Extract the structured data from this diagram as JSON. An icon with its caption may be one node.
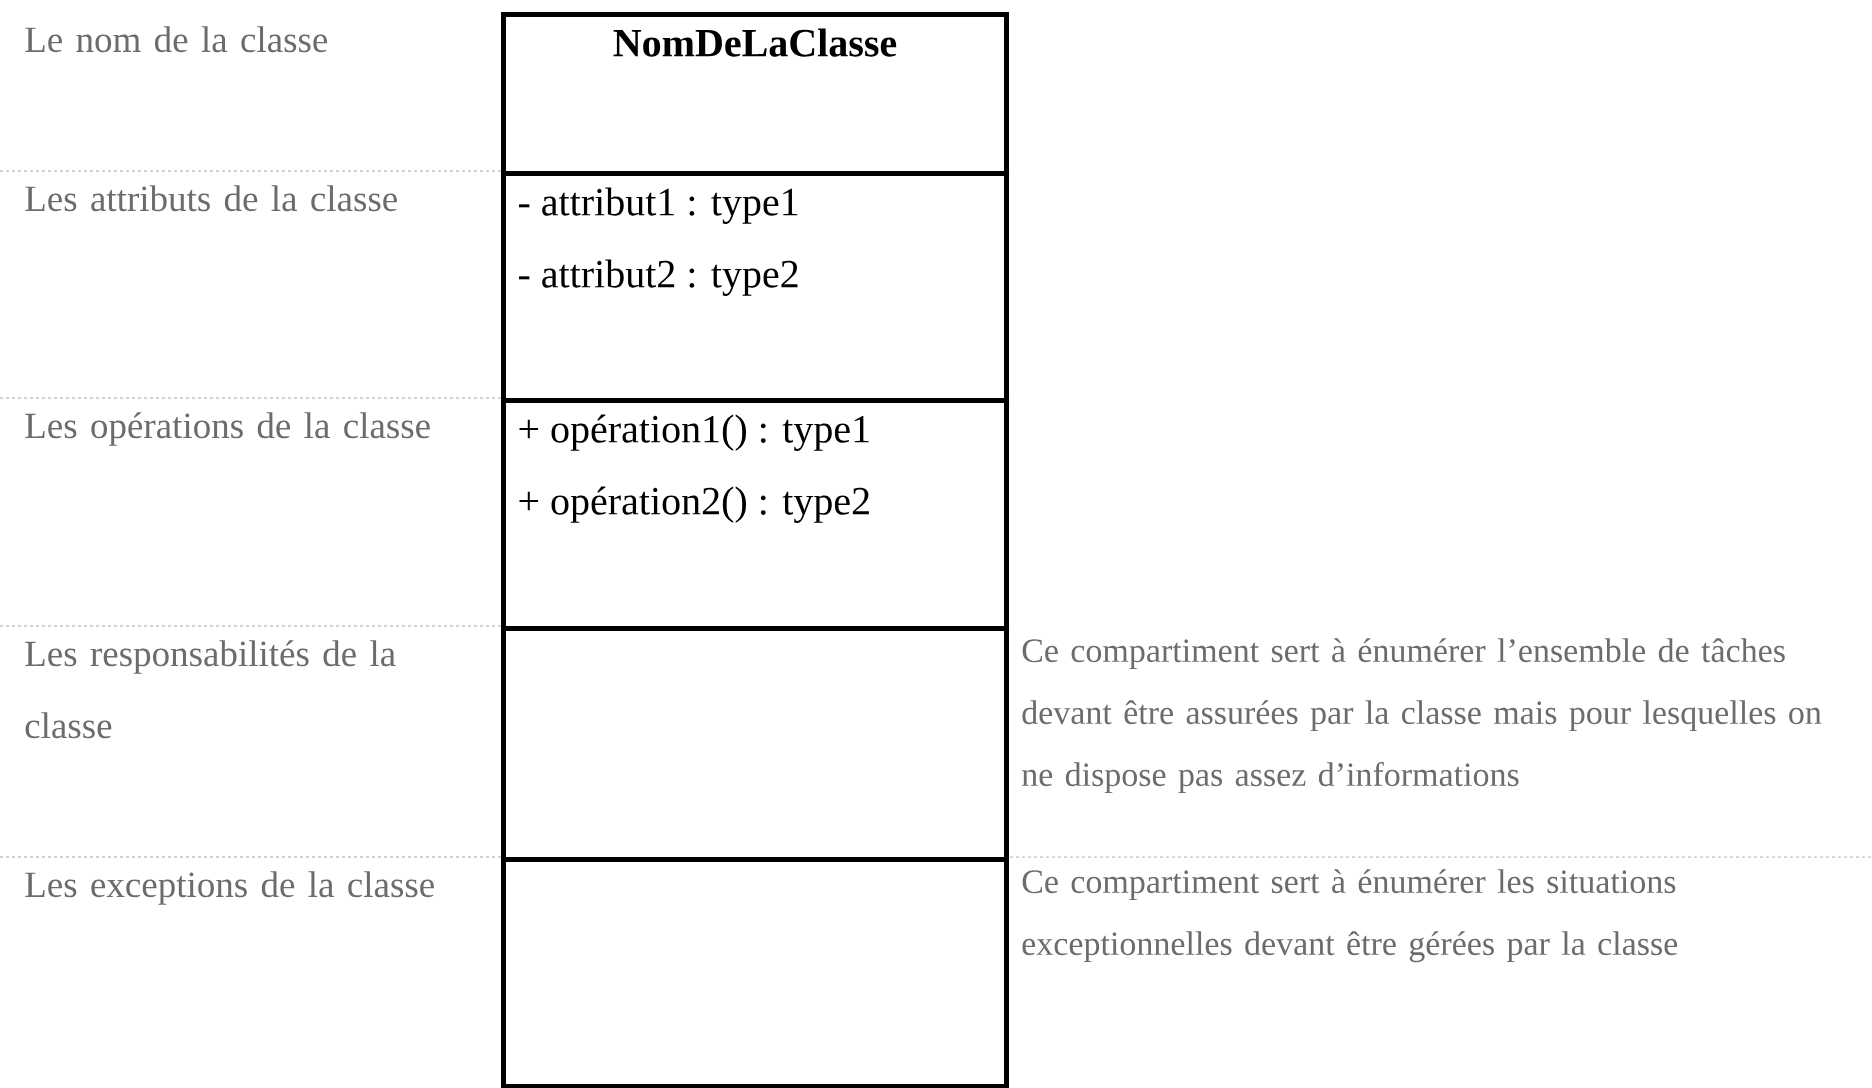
{
  "diagram": {
    "nodes": [
      {
        "text": [
          "NomDeLaClasse"
        ]
      },
      {
        "text": [
          "- attribut1 : type1",
          "- attribut2 : type2"
        ]
      },
      {
        "text": [
          "+ opération1() : type1",
          "+ opération2() : type2"
        ]
      },
      {
        "text": [],
        "shape": "box",
        "beside": [
          "Ce compartiment sert à énumérer l’ensemble de tâches devant être assurées par la classe mais pour lesquelles on ne dispose pas assez d’informations"
        ]
      },
      {
        "text": [],
        "shape": "box",
        "beside": [
          "Ce compartiment sert à énumérer les situations exceptionnelles devant être gérées par la classe"
        ]
      }
    ],
    "labels": [
      "Le nom de la classe",
      "Les attributs de la classe",
      "Les opérations de la classe",
      "Les responsabilités de la classe",
      "Les exceptions de la classe"
    ]
  }
}
